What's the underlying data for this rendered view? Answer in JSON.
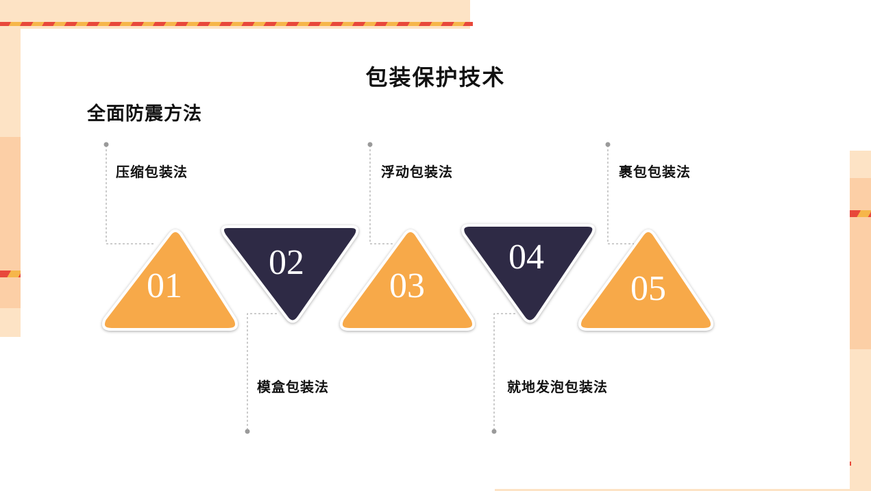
{
  "page": {
    "title": "包装保护技术",
    "subtitle": "全面防震方法"
  },
  "steps": [
    {
      "number": "01",
      "label": "压缩包装法"
    },
    {
      "number": "02",
      "label": "模盒包装法"
    },
    {
      "number": "03",
      "label": "浮动包装法"
    },
    {
      "number": "04",
      "label": "就地发泡包装法"
    },
    {
      "number": "05",
      "label": "裹包包装法"
    }
  ],
  "colors": {
    "orange": "#f7a94a",
    "navy": "#2e2c45",
    "accent_red": "#e8483b",
    "accent_yellow": "#f6b64a",
    "peach": "#fde3c5"
  }
}
